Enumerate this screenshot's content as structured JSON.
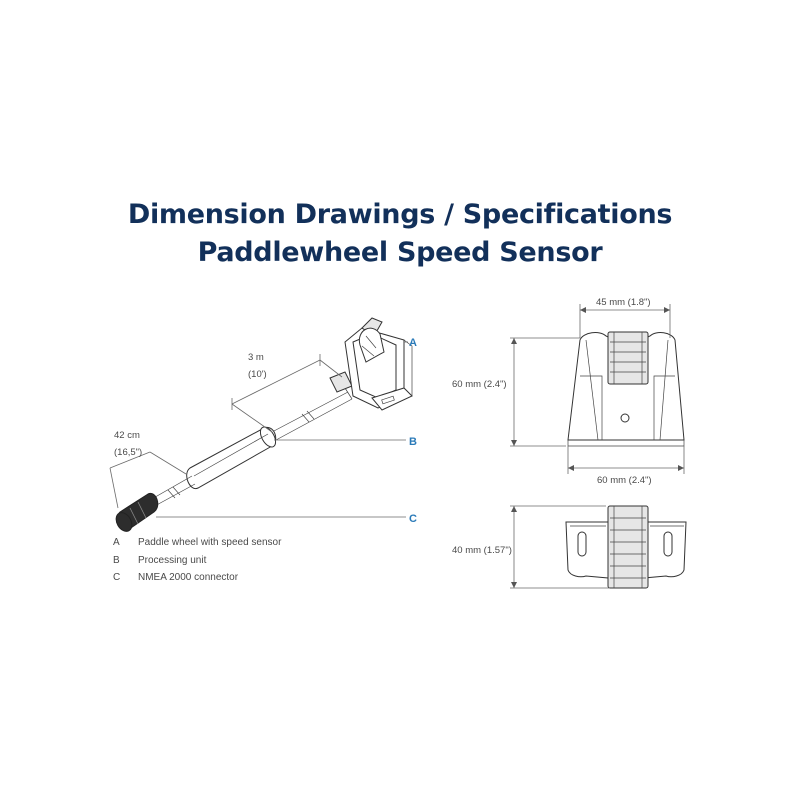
{
  "title": {
    "line1": "Dimension Drawings / Specifications",
    "line2": "Paddlewheel Speed Sensor"
  },
  "dimensions": {
    "cable_length": {
      "metric": "3 m",
      "imperial": "(10')"
    },
    "connector_cable": {
      "metric": "42 cm",
      "imperial": "(16,5\")"
    },
    "width_top": "45 mm (1.8\")",
    "height_front": "60 mm (2.4\")",
    "width_front": "60 mm (2.4\")",
    "height_bottom": "40 mm (1.57\")"
  },
  "callouts": [
    "A",
    "B",
    "C"
  ],
  "legend": [
    {
      "letter": "A",
      "text": "Paddle wheel with speed sensor"
    },
    {
      "letter": "B",
      "text": "Processing unit"
    },
    {
      "letter": "C",
      "text": "NMEA 2000 connector"
    }
  ],
  "colors": {
    "title": "#12305a",
    "callout": "#2a7ab8"
  }
}
